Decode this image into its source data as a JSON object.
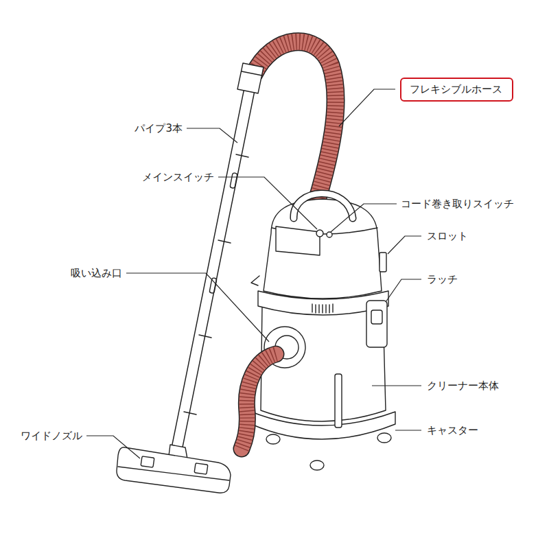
{
  "diagram": {
    "nodes": [
      {
        "text": [
          "フレキシブルホース"
        ]
      }
    ],
    "labels": [
      "パイプ3本",
      "メインスイッチ",
      "吸い込み口",
      "ワイドノズル",
      "コード巻き取りスイッチ",
      "スロット",
      "ラッチ",
      "クリーナー本体",
      "キャスター"
    ]
  }
}
